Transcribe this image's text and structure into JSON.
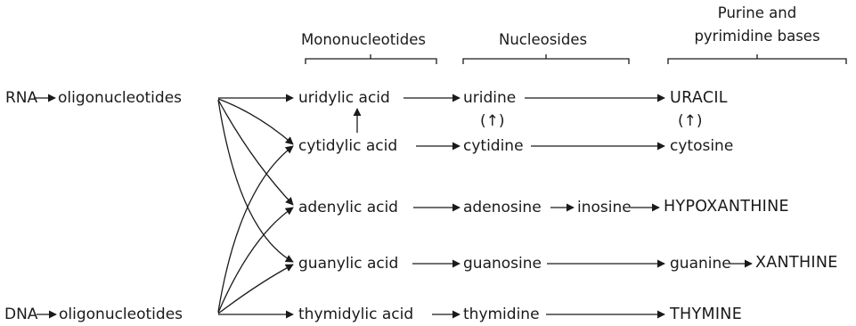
{
  "headers": {
    "mononucleotides": "Mononucleotides",
    "nucleosides": "Nucleosides",
    "bases_line1": "Purine and",
    "bases_line2": "pyrimidine bases"
  },
  "sources": {
    "rna": "RNA",
    "dna": "DNA",
    "rna_oligo": "oligonucleotides",
    "dna_oligo": "oligonucleotides"
  },
  "mononucleotides": [
    "uridylic acid",
    "cytidylic acid",
    "adenylic acid",
    "guanylic acid",
    "thymidylic acid"
  ],
  "nucleosides": [
    "uridine",
    "cytidine",
    "adenosine",
    "guanosine",
    "thymidine"
  ],
  "inosine": "inosine",
  "bases": [
    "URACIL",
    "cytosine",
    "HYPOXANTHINE",
    "guanine",
    "THYMINE"
  ],
  "xanthine": "XANTHINE",
  "upward_marks": {
    "nucleoside": "(↑)",
    "base": "(↑)"
  },
  "colors": {
    "ink": "#1a1a1a",
    "background": "#ffffff"
  }
}
